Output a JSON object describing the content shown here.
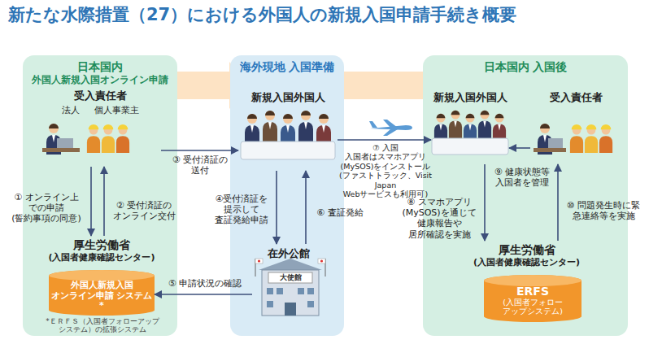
{
  "diagram": {
    "title": "新たな水際措置（27）における外国人の新規入国申請手続き概要",
    "nodes": [
      {
        "text": [
          "日本国内 外国人新規入国オンライン申請"
        ]
      },
      {
        "text": [
          "受入責任者",
          "法人",
          "個人事業主"
        ],
        "in": 0
      },
      {
        "text": [
          "厚生労働省 (入国者健康確認センター)"
        ],
        "in": 0
      },
      {
        "text": [
          "外国人新規入国 オンライン申請 システム*"
        ],
        "in": 0
      },
      {
        "text": [
          "海外現地 入国準備"
        ]
      },
      {
        "text": [
          "新規入国外国人"
        ],
        "in": 4
      },
      {
        "text": [
          "在外公館"
        ],
        "in": 4
      },
      {
        "text": [
          "日本国内 入国後"
        ]
      },
      {
        "text": [
          "新規入国外国人"
        ],
        "in": 7
      },
      {
        "text": [
          "受入責任者"
        ],
        "in": 7
      },
      {
        "text": [
          "厚生労働省 (入国者健康確認センター)"
        ],
        "in": 7
      },
      {
        "text": [
          "ERFS",
          "(入国者フォロー アップシステム)"
        ],
        "in": 7
      }
    ],
    "edges": [
      {
        "from": 1,
        "to": 2,
        "arrow": "to",
        "label": "① オンライン上 での申請 (誓約事項の同意)"
      },
      {
        "from": 2,
        "to": 1,
        "arrow": "to",
        "label": "② 受付済証の オンライン交付"
      },
      {
        "from": 1,
        "to": 5,
        "arrow": "to",
        "label": "③ 受付済証の 送付"
      },
      {
        "from": 5,
        "to": 6,
        "arrow": "to",
        "label": "④受付済証を 提示して 査証発給申請"
      },
      {
        "from": 6,
        "to": 5,
        "arrow": "to",
        "label": "⑥ 査証発給"
      },
      {
        "from": 6,
        "to": 3,
        "arrow": "to",
        "label": "⑤ 申請状況の確認"
      },
      {
        "from": 5,
        "to": 8,
        "arrow": "to",
        "label": "⑦ 入国 入国者はスマホアプリ (MySOS)をインストール (ファストトラック、Visit Japan Webサービスも利用可)"
      },
      {
        "from": 8,
        "to": 10,
        "arrow": "to",
        "label": "⑧ スマホアプリ (MySOS)を通じて 健康報告や 居所確認を実施"
      },
      {
        "from": 9,
        "to": 8,
        "arrow": "to",
        "label": "⑨ 健康状態等 入国者を管理"
      },
      {
        "from": 10,
        "to": 9,
        "arrow": "to",
        "label": "⑩ 問題発生時に緊 急連絡等を実施"
      }
    ],
    "labels": [
      "大使館",
      "*ＥＲＦＳ（入国者フォローアップ システム）の拡張システム"
    ]
  }
}
